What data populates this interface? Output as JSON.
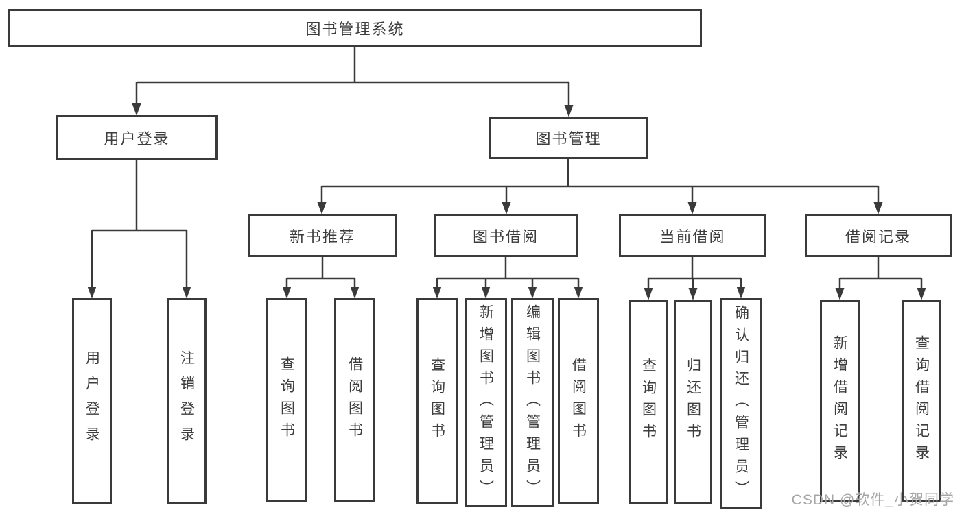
{
  "diagram_type": "hierarchy-tree",
  "colors": {
    "line": "#3a3a3a",
    "text": "#3d3d3d",
    "background": "#ffffff",
    "watermark": "#a6a6a6"
  },
  "watermark": {
    "text": "CSDN @软件_小贺同学"
  },
  "nodes": {
    "root": "图书管理系统",
    "children": [
      {
        "label": "用户登录",
        "children": [
          "用户登录",
          "注销登录"
        ]
      },
      {
        "label": "图书管理",
        "children": [
          {
            "label": "新书推荐",
            "children": [
              "查询图书",
              "借阅图书"
            ]
          },
          {
            "label": "图书借阅",
            "children": [
              "查询图书",
              "新增图书（管理员）",
              "编辑图书（管理员）",
              "借阅图书"
            ]
          },
          {
            "label": "当前借阅",
            "children": [
              "查询图书",
              "归还图书",
              "确认归还（管理员）"
            ]
          },
          {
            "label": "借阅记录",
            "children": [
              "新增借阅记录",
              "查询借阅记录"
            ]
          }
        ]
      }
    ]
  }
}
